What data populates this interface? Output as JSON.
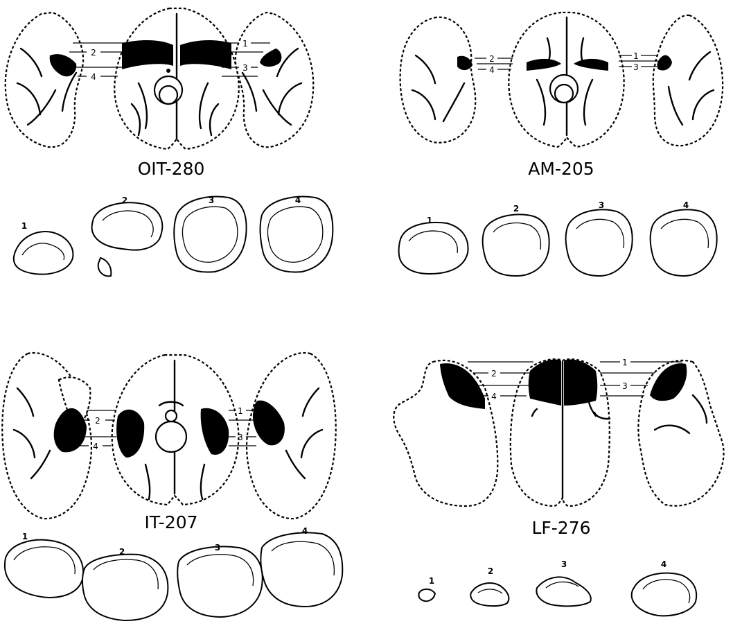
{
  "figure": {
    "panels": [
      {
        "id": "OIT-280",
        "label": "OIT-280",
        "level_numbers": [
          "1",
          "2",
          "3",
          "4"
        ],
        "section_numbers": [
          "1",
          "2",
          "3",
          "4"
        ]
      },
      {
        "id": "AM-205",
        "label": "AM-205",
        "level_numbers": [
          "1",
          "2",
          "3",
          "4"
        ],
        "section_numbers": [
          "1",
          "2",
          "3",
          "4"
        ]
      },
      {
        "id": "IT-207",
        "label": "IT-207",
        "level_numbers": [
          "1",
          "2",
          "3",
          "4"
        ],
        "section_numbers": [
          "1",
          "2",
          "3",
          "4"
        ]
      },
      {
        "id": "LF-276",
        "label": "LF-276",
        "level_numbers": [
          "1",
          "2",
          "3",
          "4"
        ],
        "section_numbers": [
          "1",
          "2",
          "3",
          "4"
        ]
      }
    ]
  }
}
